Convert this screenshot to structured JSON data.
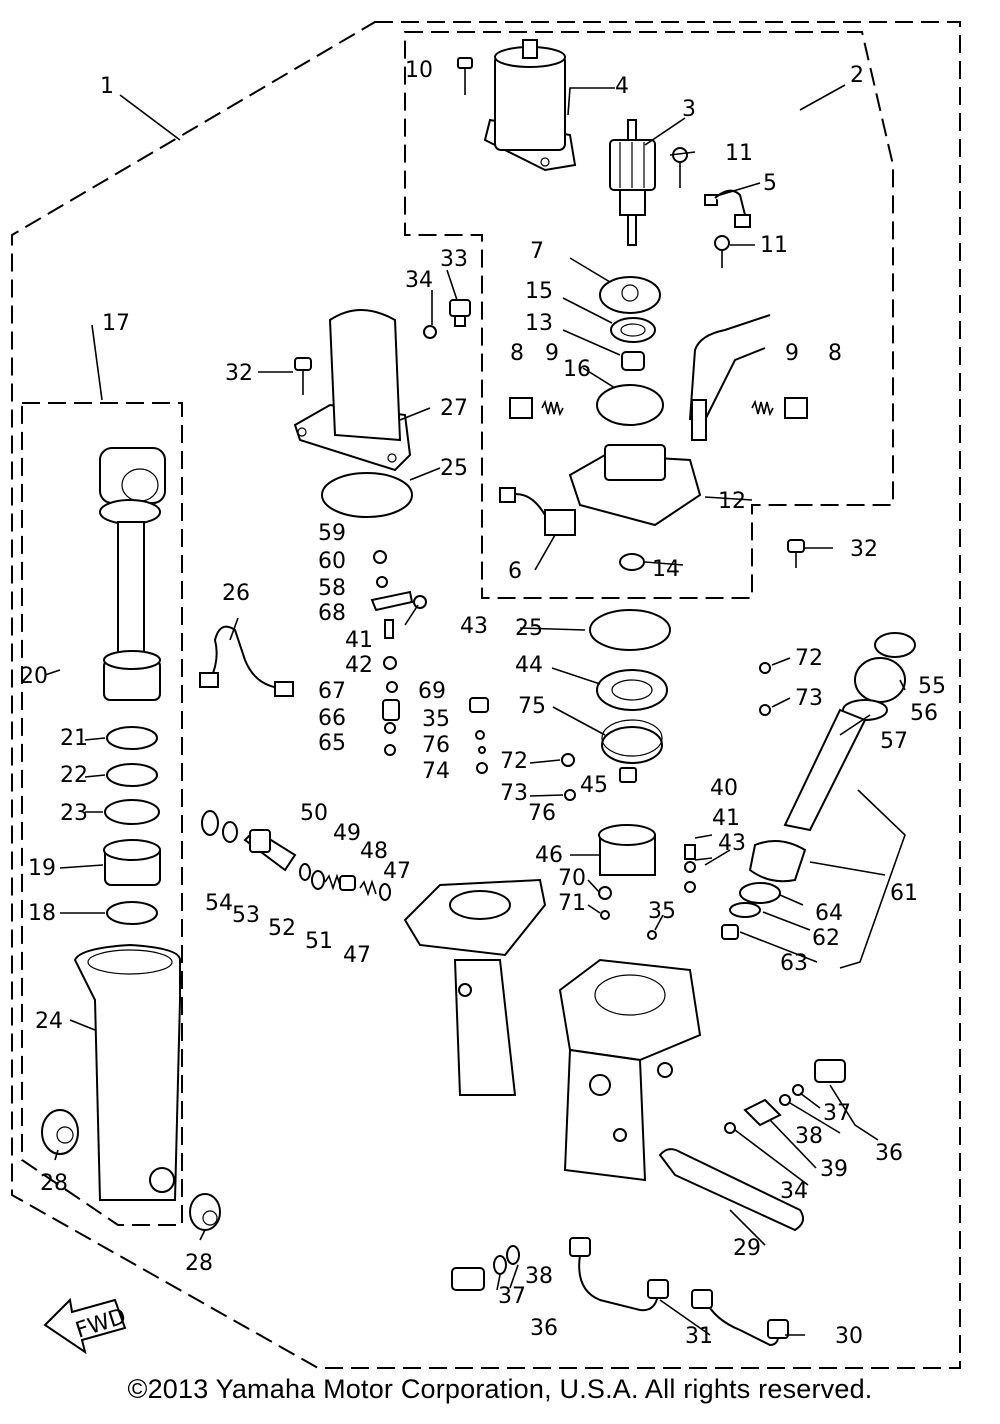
{
  "copyright": "©2013 Yamaha Motor Corporation, U.S.A. All rights reserved.",
  "fwd_label": "FWD",
  "callouts": {
    "c1": "1",
    "c2": "2",
    "c3": "3",
    "c4": "4",
    "c5": "5",
    "c6": "6",
    "c7": "7",
    "c8a": "8",
    "c8b": "8",
    "c9a": "9",
    "c9b": "9",
    "c10": "10",
    "c11a": "11",
    "c11b": "11",
    "c12": "12",
    "c13": "13",
    "c14": "14",
    "c15": "15",
    "c16": "16",
    "c17": "17",
    "c18": "18",
    "c19": "19",
    "c20": "20",
    "c21": "21",
    "c22": "22",
    "c23": "23",
    "c24": "24",
    "c25a": "25",
    "c25b": "25",
    "c26": "26",
    "c27": "27",
    "c28a": "28",
    "c28b": "28",
    "c29": "29",
    "c30": "30",
    "c31": "31",
    "c32a": "32",
    "c32b": "32",
    "c33": "33",
    "c34a": "34",
    "c34b": "34",
    "c35a": "35",
    "c35b": "35",
    "c36a": "36",
    "c36b": "36",
    "c37a": "37",
    "c37b": "37",
    "c38a": "38",
    "c38b": "38",
    "c39": "39",
    "c40": "40",
    "c41a": "41",
    "c41b": "41",
    "c42": "42",
    "c43a": "43",
    "c43b": "43",
    "c44": "44",
    "c45": "45",
    "c46": "46",
    "c47a": "47",
    "c47b": "47",
    "c48": "48",
    "c49": "49",
    "c50": "50",
    "c51": "51",
    "c52": "52",
    "c53": "53",
    "c54": "54",
    "c55": "55",
    "c56": "56",
    "c57": "57",
    "c58": "58",
    "c59": "59",
    "c60": "60",
    "c61": "61",
    "c62": "62",
    "c63": "63",
    "c64": "64",
    "c65": "65",
    "c66": "66",
    "c67": "67",
    "c68": "68",
    "c69": "69",
    "c70": "70",
    "c71": "71",
    "c72a": "72",
    "c72b": "72",
    "c73a": "73",
    "c73b": "73",
    "c74": "74",
    "c75": "75",
    "c76a": "76",
    "c76b": "76"
  }
}
